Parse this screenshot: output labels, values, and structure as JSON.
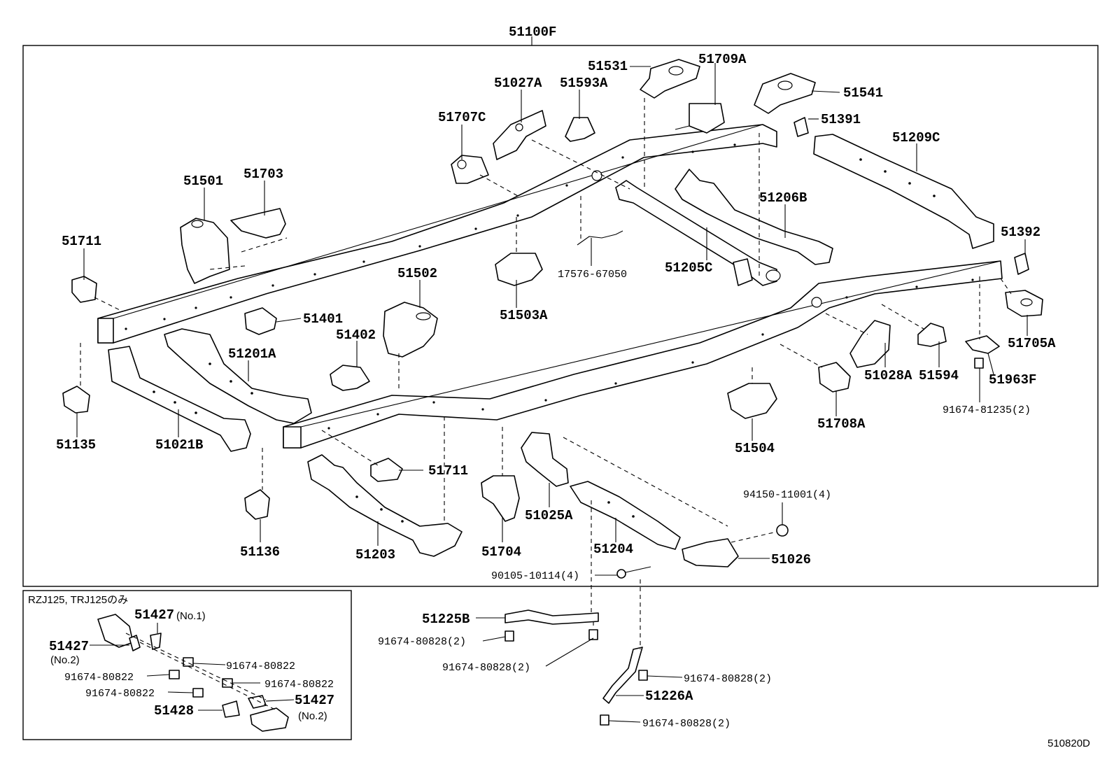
{
  "diagram": {
    "assembly_label": "51100F",
    "figure_code": "510820D",
    "inset_note": "RZJ125, TRJ125のみ",
    "labels": {
      "p51531": "51531",
      "p51709A": "51709A",
      "p51541": "51541",
      "p51027A": "51027A",
      "p51593A": "51593A",
      "p51707C": "51707C",
      "p51391": "51391",
      "p51209C": "51209C",
      "p51501": "51501",
      "p51703": "51703",
      "p51206B": "51206B",
      "p51711_top": "51711",
      "p51392": "51392",
      "p17576": "17576-67050",
      "p51205C": "51205C",
      "p51502": "51502",
      "p51503A": "51503A",
      "p51401": "51401",
      "p51402": "51402",
      "p51201A": "51201A",
      "p51705A": "51705A",
      "p51028A": "51028A",
      "p51594": "51594",
      "p51963F": "51963F",
      "p91674_81235": "91674-81235(2)",
      "p51135": "51135",
      "p51021B": "51021B",
      "p51708A": "51708A",
      "p51504": "51504",
      "p51711_bottom": "51711",
      "p94150": "94150-11001(4)",
      "p51025A": "51025A",
      "p51136": "51136",
      "p51704": "51704",
      "p51204": "51204",
      "p51203": "51203",
      "p51026": "51026",
      "p90105": "90105-10114(4)",
      "p51225B": "51225B",
      "p91674_80828_a": "91674-80828(2)",
      "p91674_80828_b": "91674-80828(2)",
      "p91674_80828_c": "91674-80828(2)",
      "p51226A": "51226A",
      "p91674_80828_d": "91674-80828(2)"
    },
    "inset_labels": {
      "p51427_no1": "51427",
      "p51427_no1_suffix": "(No.1)",
      "p51427_no2_left": "51427",
      "p51427_no2_left_suffix": "(No.2)",
      "p91674_80822_a": "91674-80822",
      "p91674_80822_b": "91674-80822",
      "p91674_80822_c": "91674-80822",
      "p91674_80822_d": "91674-80822",
      "p51427_no2_right": "51427",
      "p51427_no2_right_suffix": "(No.2)",
      "p51428": "51428"
    }
  }
}
